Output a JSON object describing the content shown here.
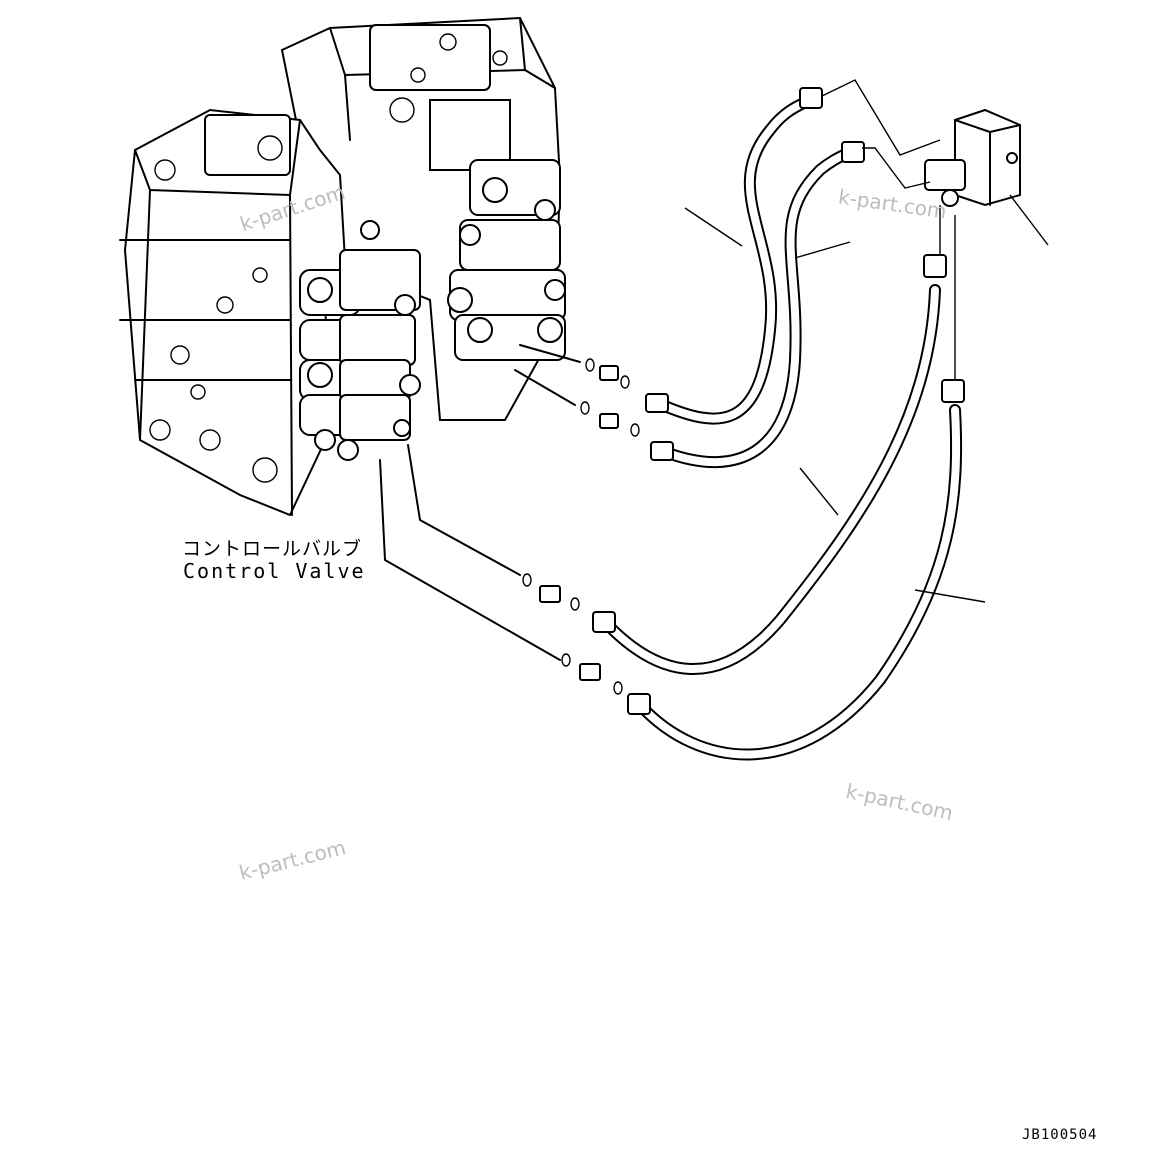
{
  "labels": {
    "part_name_jp": "コントロールバルブ",
    "part_name_en": "Control Valve"
  },
  "watermarks": [
    "k-part.com",
    "k-part.com",
    "k-part.com",
    "k-part.com"
  ],
  "drawing_code": "JB100504"
}
